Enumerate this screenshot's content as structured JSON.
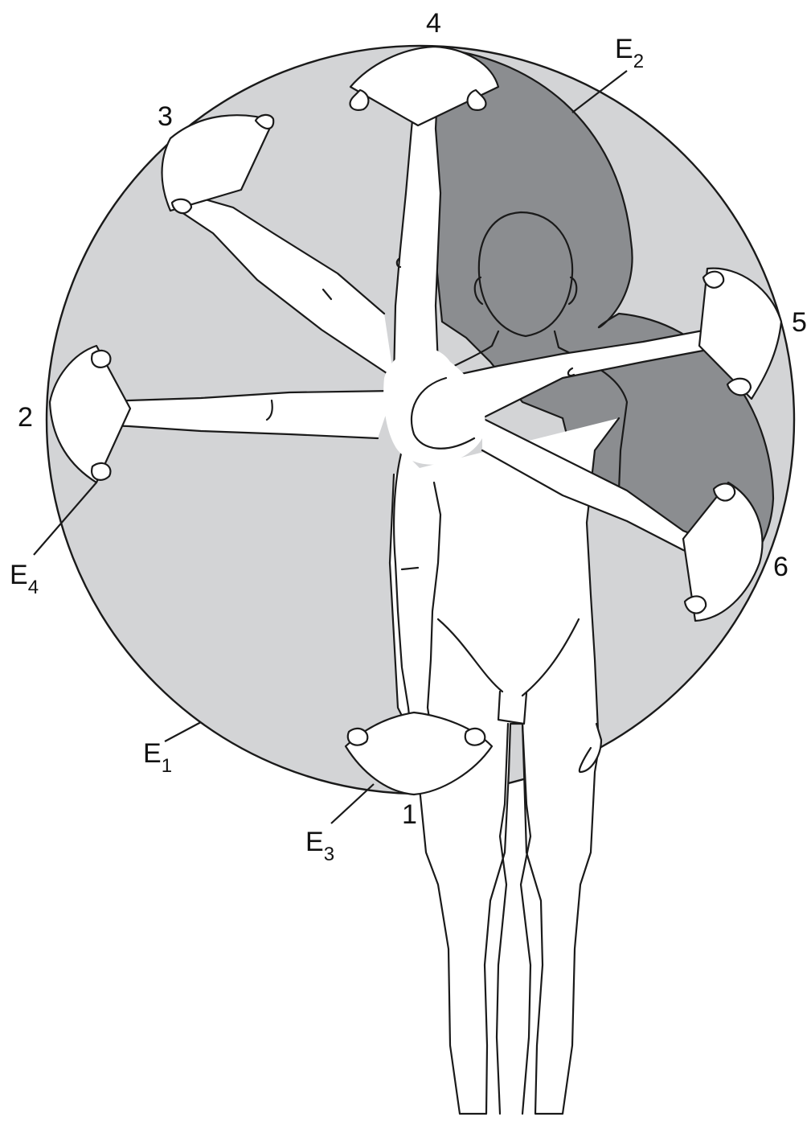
{
  "positions": [
    "1",
    "2",
    "3",
    "4",
    "5",
    "6"
  ],
  "envelopes": [
    {
      "main": "E",
      "sub": "1"
    },
    {
      "main": "E",
      "sub": "2"
    },
    {
      "main": "E",
      "sub": "3"
    },
    {
      "main": "E",
      "sub": "4"
    }
  ],
  "colors": {
    "outer_envelope": "#d3d4d6",
    "inner_envelope": "#8b8d90",
    "outline": "#1a1a1a",
    "figure": "#ffffff"
  }
}
